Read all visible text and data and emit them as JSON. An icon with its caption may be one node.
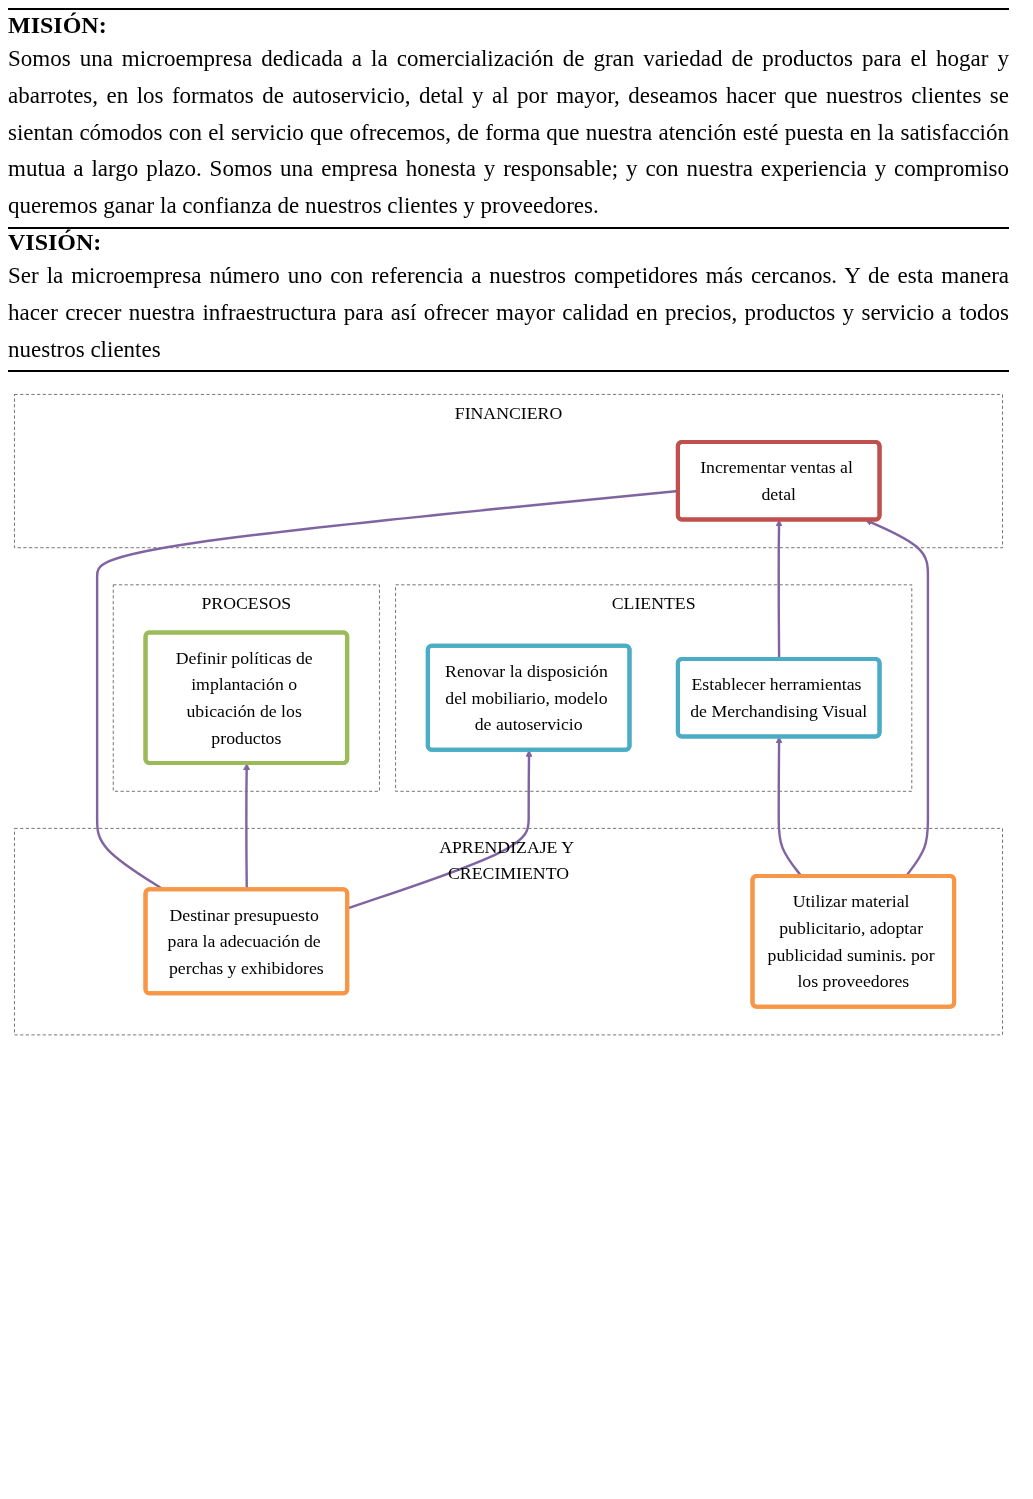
{
  "diagram": {
    "nodes": [
      {
        "text": [
          "FINANCIERO"
        ]
      },
      {
        "text": [
          "Incrementar ventas al detal"
        ],
        "in": 0
      },
      {
        "text": [
          "CLIENTES"
        ]
      },
      {
        "text": [
          "Establecer herramientas de Merchandising Visual"
        ],
        "in": 2
      },
      {
        "text": [
          "Renovar la disposición del mobiliario, modelo de autoservicio"
        ],
        "in": 2
      },
      {
        "text": [
          "PROCESOS"
        ]
      },
      {
        "text": [
          "Definir políticas de implantación o ubicación de los productos"
        ],
        "in": 5
      },
      {
        "text": [
          "APRENDIZAJE Y CRECIMIENTO"
        ]
      },
      {
        "text": [
          "Destinar presupuesto para la adecuación de perchas y exhibidores"
        ],
        "in": 7
      },
      {
        "text": [
          "Utilizar material publicitario, adoptar publicidad suminis. por los proveedores"
        ],
        "in": 7
      }
    ],
    "edges": [
      {
        "from": 3,
        "to": 1,
        "arrow": "to"
      },
      {
        "from": 8,
        "to": 1,
        "arrow": "none"
      },
      {
        "from": 8,
        "to": 6,
        "arrow": "to"
      },
      {
        "from": 8,
        "to": 4,
        "arrow": "to"
      },
      {
        "from": 9,
        "to": 3,
        "arrow": "to"
      },
      {
        "from": 9,
        "to": 1,
        "arrow": "to"
      }
    ],
    "labels": [
      "MISIÓN:",
      "Somos una microempresa dedicada a la comercialización de gran variedad de productos para el hogar y abarrotes, en los formatos de autoservicio, detal y al por mayor, deseamos hacer que nuestros clientes se sientan cómodos con el servicio que ofrecemos, de forma que nuestra atención esté puesta en la satisfacción mutua a largo plazo. Somos una empresa honesta y responsable; y con nuestra experiencia y compromiso queremos ganar la confianza de nuestros clientes y proveedores.",
      "VISIÓN:",
      "Ser la microempresa número uno con referencia a nuestros competidores más cercanos. Y de esta manera hacer crecer nuestra infraestructura para así ofrecer mayor calidad en precios, productos y servicio a todos nuestros clientes"
    ]
  }
}
